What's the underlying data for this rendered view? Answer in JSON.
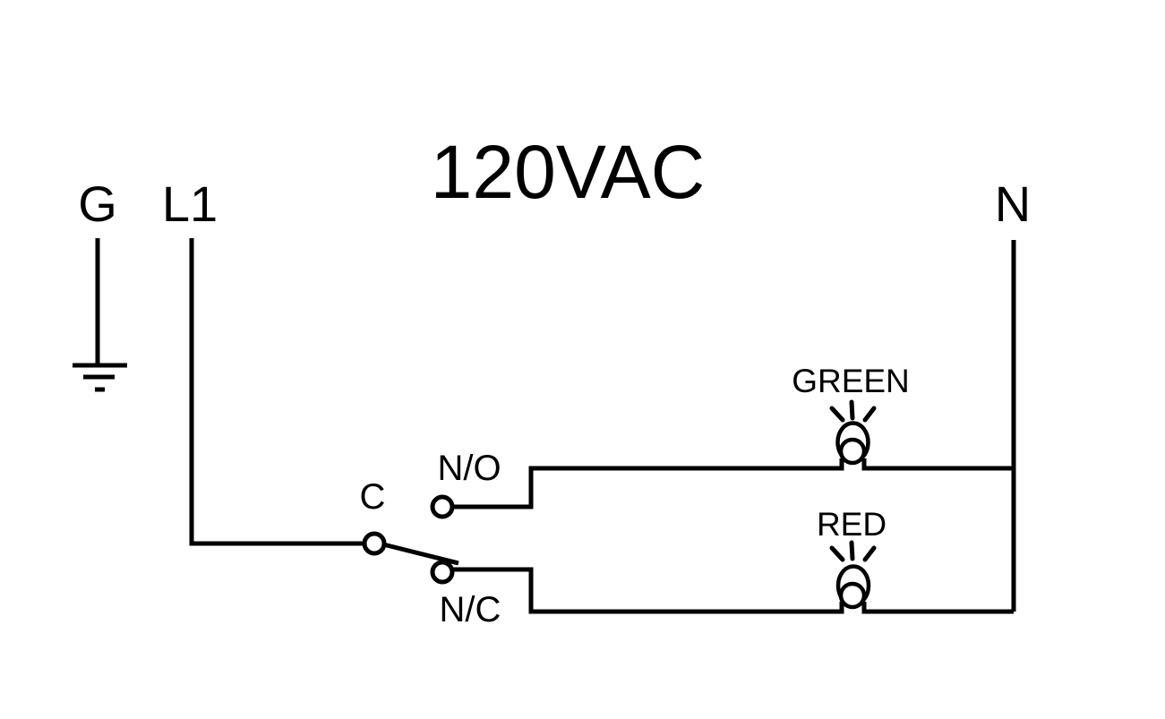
{
  "diagram": {
    "title": "120VAC",
    "labels": {
      "ground": "G",
      "line1": "L1",
      "neutral": "N",
      "common": "C",
      "normally_open": "N/O",
      "normally_closed": "N/C",
      "green_lamp": "GREEN",
      "red_lamp": "RED"
    },
    "colors": {
      "stroke": "#000000",
      "background": "#ffffff"
    }
  }
}
